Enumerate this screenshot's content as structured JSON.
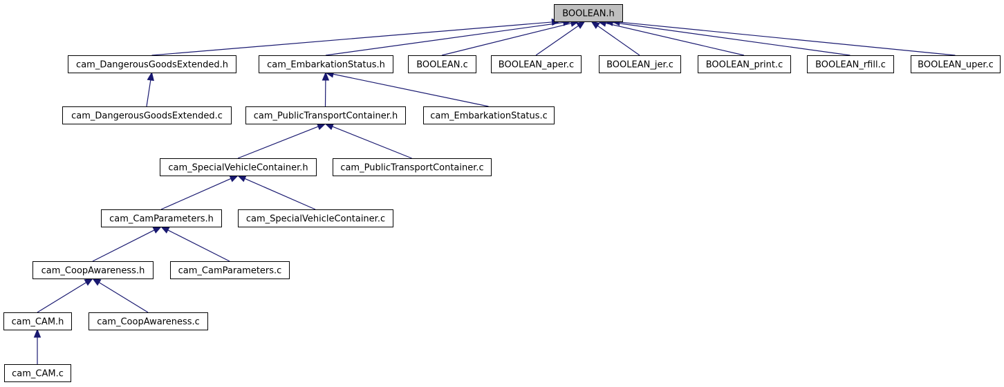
{
  "colors": {
    "edge": "#191970",
    "root_fill": "#bfbfbf",
    "node_fill": "#ffffff",
    "node_stroke": "#000000"
  },
  "nodes": {
    "boolean_h": "BOOLEAN.h",
    "cam_dangerousgoodsextended_h": "cam_DangerousGoodsExtended.h",
    "cam_embarkationstatus_h": "cam_EmbarkationStatus.h",
    "boolean_c": "BOOLEAN.c",
    "boolean_aper_c": "BOOLEAN_aper.c",
    "boolean_jer_c": "BOOLEAN_jer.c",
    "boolean_print_c": "BOOLEAN_print.c",
    "boolean_rfill_c": "BOOLEAN_rfill.c",
    "boolean_uper_c": "BOOLEAN_uper.c",
    "cam_dangerousgoodsextended_c": "cam_DangerousGoodsExtended.c",
    "cam_publictransportcontainer_h": "cam_PublicTransportContainer.h",
    "cam_embarkationstatus_c": "cam_EmbarkationStatus.c",
    "cam_specialvehiclecontainer_h": "cam_SpecialVehicleContainer.h",
    "cam_publictransportcontainer_c": "cam_PublicTransportContainer.c",
    "cam_camparameters_h": "cam_CamParameters.h",
    "cam_specialvehiclecontainer_c": "cam_SpecialVehicleContainer.c",
    "cam_coopawareness_h": "cam_CoopAwareness.h",
    "cam_camparameters_c": "cam_CamParameters.c",
    "cam_cam_h": "cam_CAM.h",
    "cam_coopawareness_c": "cam_CoopAwareness.c",
    "cam_cam_c": "cam_CAM.c"
  },
  "edges": [
    [
      "cam_dangerousgoodsextended_h",
      "boolean_h"
    ],
    [
      "cam_embarkationstatus_h",
      "boolean_h"
    ],
    [
      "boolean_c",
      "boolean_h"
    ],
    [
      "boolean_aper_c",
      "boolean_h"
    ],
    [
      "boolean_jer_c",
      "boolean_h"
    ],
    [
      "boolean_print_c",
      "boolean_h"
    ],
    [
      "boolean_rfill_c",
      "boolean_h"
    ],
    [
      "boolean_uper_c",
      "boolean_h"
    ],
    [
      "cam_dangerousgoodsextended_c",
      "cam_dangerousgoodsextended_h"
    ],
    [
      "cam_publictransportcontainer_h",
      "cam_embarkationstatus_h"
    ],
    [
      "cam_embarkationstatus_c",
      "cam_embarkationstatus_h"
    ],
    [
      "cam_specialvehiclecontainer_h",
      "cam_publictransportcontainer_h"
    ],
    [
      "cam_publictransportcontainer_c",
      "cam_publictransportcontainer_h"
    ],
    [
      "cam_camparameters_h",
      "cam_specialvehiclecontainer_h"
    ],
    [
      "cam_specialvehiclecontainer_c",
      "cam_specialvehiclecontainer_h"
    ],
    [
      "cam_coopawareness_h",
      "cam_camparameters_h"
    ],
    [
      "cam_camparameters_c",
      "cam_camparameters_h"
    ],
    [
      "cam_cam_h",
      "cam_coopawareness_h"
    ],
    [
      "cam_coopawareness_c",
      "cam_coopawareness_h"
    ],
    [
      "cam_cam_c",
      "cam_cam_h"
    ]
  ]
}
